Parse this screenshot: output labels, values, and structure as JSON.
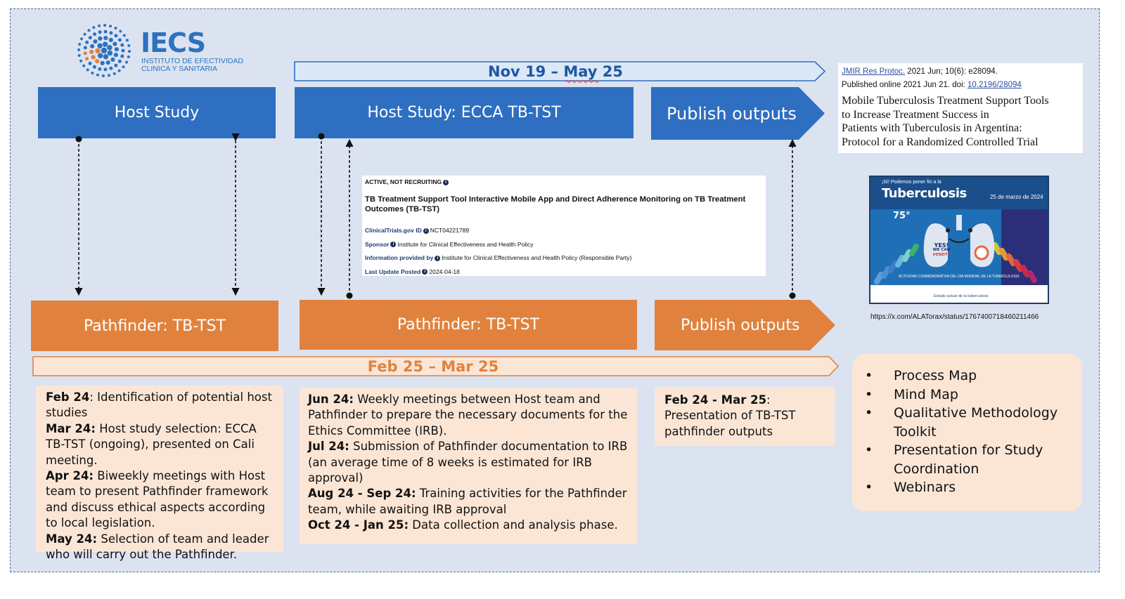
{
  "logo": {
    "wordmark": "IECS",
    "subtitle_line1": "INSTITUTO DE EFECTIVIDAD",
    "subtitle_line2": "CLINICA Y SANITARIA",
    "color": "#2d72be"
  },
  "timelines": {
    "top": "Nov 19 – May 25",
    "bottom": "Feb 25 – Mar 25"
  },
  "host_row": {
    "host_study": "Host Study",
    "host_study_ecca": "Host Study: ECCA TB-TST",
    "publish_outputs": "Publish outputs"
  },
  "pathfinder_row": {
    "pathfinder_1": "Pathfinder: TB-TST",
    "pathfinder_2": "Pathfinder: TB-TST",
    "publish_outputs": "Publish outputs"
  },
  "trial_card": {
    "status": "ACTIVE, NOT RECRUITING",
    "title_line1": "TB Treatment Support Tool Interactive Mobile App and Direct Adherence Monitoring on TB Treatment",
    "title_line2": "Outcomes (TB-TST)",
    "id_label": "ClinicalTrials.gov ID",
    "id_value": "NCT04221789",
    "sponsor_label": "Sponsor",
    "sponsor_value": "Institute for Clinical Effectiveness and Health Policy",
    "info_label": "Information provided by",
    "info_value": "Institute for Clinical Effectiveness and Health Policy (Responsible Party)",
    "update_label": "Last Update Posted",
    "update_value": "2024-04-18"
  },
  "citation": {
    "journal": "JMIR Res Protoc.",
    "journal_rest": " 2021 Jun; 10(6): e28094.",
    "published": "Published online 2021 Jun 21. doi: ",
    "doi": "10.2196/28094",
    "title_line1": "Mobile Tuberculosis Treatment Support Tools",
    "title_line2": "to Increase Treatment Success in",
    "title_line3": "Patients with Tuberculosis in Argentina:",
    "title_line4": "Protocol for a Randomized Controlled Trial"
  },
  "poster": {
    "kicker": "¡Sí! Podemos poner fin a la",
    "headline": "Tuberculosis",
    "date": "25 de marzo de 2024",
    "anniversary": "75°",
    "badge_line1": "YES!",
    "badge_line2": "WE CAN",
    "badge_line3": "#ENDTB",
    "footer_line": "ACTIVIDAD CONMEMORATIVA DEL DÍA MUNDIAL DE LA TUBERCULOSIS",
    "bottom_label": "Estado actual de la tuberculosis",
    "url": "https://x.com/ALATorax/status/1767400718460211466"
  },
  "panel1": [
    {
      "bold": "Feb 24",
      "text": ": Identification of potential host studies"
    },
    {
      "bold": "Mar 24:",
      "text": " Host study selection: ECCA TB-TST (ongoing), presented on Cali meeting."
    },
    {
      "bold": "Apr 24:",
      "text": " Biweekly meetings with Host team to present Pathfinder framework and discuss ethical aspects according to local legislation."
    },
    {
      "bold": "May 24:",
      "text": " Selection of team and leader who will carry out the Pathfinder."
    }
  ],
  "panel2": [
    {
      "bold": "Jun 24:",
      "text": " Weekly meetings between Host team and Pathfinder to prepare the necessary documents for the Ethics Committee (IRB)."
    },
    {
      "bold": "Jul 24:",
      "text": " Submission of Pathfinder documentation to IRB (an average time of 8 weeks is estimated for IRB approval)"
    },
    {
      "bold": "Aug 24 - Sep 24:",
      "text": " Training activities for the Pathfinder team, while awaiting IRB approval"
    },
    {
      "bold": "Oct 24 - Jan 25:",
      "text": " Data collection and analysis phase."
    }
  ],
  "panel3": [
    {
      "bold": "Feb 24 - Mar 25",
      "text": ": Presentation of TB-TST pathfinder outputs"
    }
  ],
  "bullets": {
    "marker": "•",
    "items": [
      "Process Map",
      "Mind Map",
      "Qualitative Methodology Toolkit",
      "Presentation for Study Coordination",
      "Webinars"
    ]
  },
  "colors": {
    "blue": "#2e6fc1",
    "orange": "#e0823e",
    "peach": "#fbe6d6",
    "background": "#dbe3f1"
  }
}
